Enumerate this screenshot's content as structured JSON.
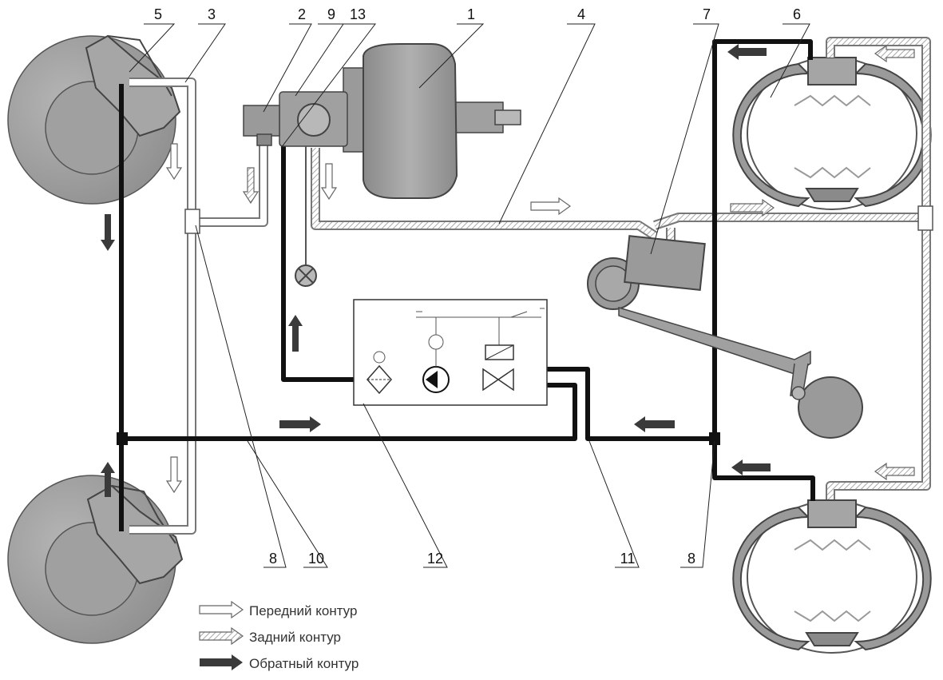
{
  "callouts": {
    "c1": "1",
    "c2": "2",
    "c3": "3",
    "c4": "4",
    "c5": "5",
    "c6": "6",
    "c7": "7",
    "c8a": "8",
    "c8b": "8",
    "c9": "9",
    "c10": "10",
    "c11": "11",
    "c12": "12",
    "c13": "13"
  },
  "legend": {
    "front": "Передний контур",
    "rear": "Задний контур",
    "return": "Обратный контур"
  },
  "colors": {
    "return_line": "#111111",
    "front_line": "#ffffff",
    "rear_hatch": "#bdbdbd",
    "component_fill": "#9a9a9a",
    "component_dark": "#7d7d7d",
    "arrow_dark": "#3a3a3a"
  },
  "icons": {
    "pressure_lamp": "lamp-icon",
    "filter": "filter-icon",
    "pump": "pump-icon",
    "valve": "solenoid-valve-icon",
    "gauge": "gauge-icon"
  }
}
